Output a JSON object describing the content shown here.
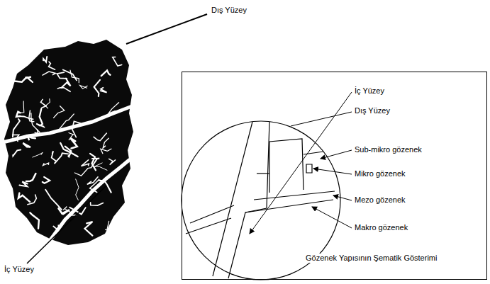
{
  "diagram": {
    "nodes": [
      {
        "text": [
          "Gözenek Yapısının Şematik Gösterimi"
        ]
      }
    ],
    "labels": [
      "Dış Yüzey",
      "İç Yüzey",
      "İç Yüzey",
      "Dış Yüzey",
      "Sub-mikro gözenek",
      "Mikro gözenek",
      "Mezo gözenek",
      "Makro gözenek"
    ]
  }
}
